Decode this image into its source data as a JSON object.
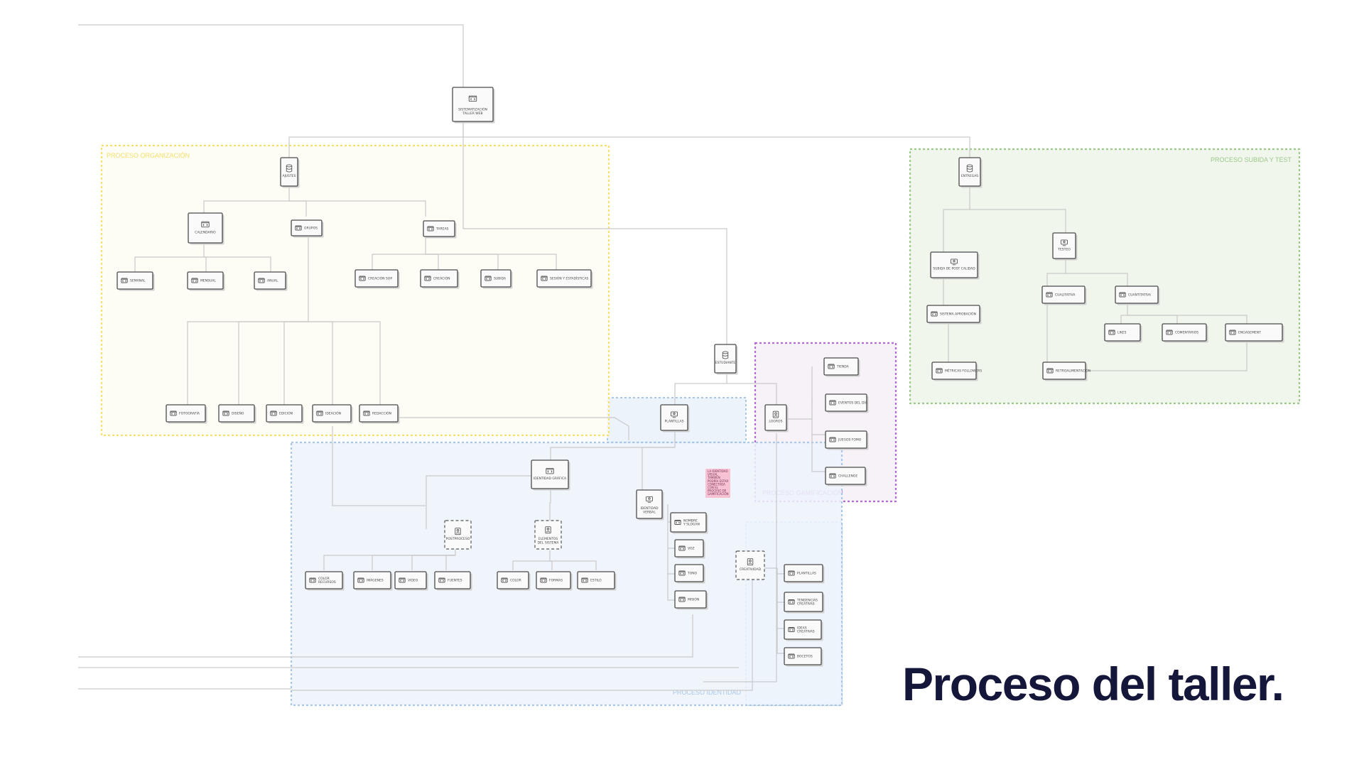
{
  "title": "Proceso del taller.",
  "colors": {
    "yellow_region": "#f5e06a",
    "green_region": "#9ac98a",
    "blue_region": "#a9c7e6",
    "purple_region": "#b46ad0",
    "title": "#14163a",
    "note": "#f6c2d4"
  },
  "regions": [
    {
      "id": "organizacion",
      "label": "PROCESO ORGANIZACIÓN"
    },
    {
      "id": "subida",
      "label": "PROCESO SUBIDA Y TEST"
    },
    {
      "id": "gamificacion",
      "label": "PROCESO GAMIFICACIÓN"
    },
    {
      "id": "identidad",
      "label": "PROCESO IDENTIDAD"
    }
  ],
  "note": [
    "LA IDENTIDAD",
    "VISUAL",
    "TAMBIÉN",
    "PODRÍA ESTAR",
    "CONECTADA",
    "CON EL",
    "PROCESO DE",
    "GAMIFICACIÓN"
  ],
  "nodes": {
    "root": {
      "label": [
        "SISTEMATIZACIÓN",
        "TALLER WEB"
      ],
      "icon": "code-window-icon"
    },
    "ajustes": {
      "label": [
        "AJUSTES"
      ],
      "icon": "database-icon"
    },
    "calendario": {
      "label": [
        "CALENDARIO"
      ],
      "icon": "code-window-icon"
    },
    "grupos": {
      "label": [
        "GRUPOS"
      ],
      "icon": "code-window-icon"
    },
    "tareas": {
      "label": [
        "TAREAS"
      ],
      "icon": "code-window-icon"
    },
    "semanal": {
      "label": [
        "SEMANAL"
      ],
      "icon": "code-window-icon"
    },
    "mensual": {
      "label": [
        "MENSUAL"
      ],
      "icon": "code-window-icon"
    },
    "anual": {
      "label": [
        "ANUAL"
      ],
      "icon": "code-window-icon"
    },
    "creacion_sop": {
      "label": [
        "CREACIÓN SOP"
      ],
      "icon": "code-window-icon"
    },
    "creacion": {
      "label": [
        "CREACIÓN"
      ],
      "icon": "code-window-icon"
    },
    "subida": {
      "label": [
        "SUBIDA"
      ],
      "icon": "code-window-icon"
    },
    "sesion_est": {
      "label": [
        "SESIÓN Y ESTADÍSTICAS"
      ],
      "icon": "code-window-icon"
    },
    "fotografia": {
      "label": [
        "FOTOGRAFÍA"
      ],
      "icon": "code-window-icon"
    },
    "diseno": {
      "label": [
        "DISEÑO"
      ],
      "icon": "code-window-icon"
    },
    "edicion": {
      "label": [
        "EDICIÓN"
      ],
      "icon": "code-window-icon"
    },
    "ideacion": {
      "label": [
        "IDEACIÓN"
      ],
      "icon": "code-window-icon"
    },
    "redaccion": {
      "label": [
        "REDACCIÓN"
      ],
      "icon": "code-window-icon"
    },
    "estudiante": {
      "label": [
        "ESTUDIANTE"
      ],
      "icon": "database-icon"
    },
    "plantillas_top": {
      "label": [
        "PLANTILLAS"
      ],
      "icon": "monitor-icon"
    },
    "logros": {
      "label": [
        "LOGROS"
      ],
      "icon": "person-icon"
    },
    "tienda": {
      "label": [
        "TIENDA"
      ],
      "icon": "code-window-icon"
    },
    "eventos": {
      "label": [
        "EVENTOS DEL DÍA"
      ],
      "icon": "code-window-icon"
    },
    "juego_fomo": {
      "label": [
        "JUEGOS FOMO"
      ],
      "icon": "code-window-icon"
    },
    "challenge": {
      "label": [
        "CHALLENGE"
      ],
      "icon": "code-window-icon"
    },
    "identidad_grafica": {
      "label": [
        "IDENTIDAD GRÁFICA"
      ],
      "icon": "code-window-icon"
    },
    "identidad_verbal": {
      "label": [
        "IDENTIDAD",
        "VERBAL"
      ],
      "icon": "monitor-icon"
    },
    "postproceso": {
      "label": [
        "POSTPROCESO"
      ],
      "icon": "person-icon"
    },
    "elementos": {
      "label": [
        "ELEMENTOS",
        "DEL SISTEMA"
      ],
      "icon": "person-icon"
    },
    "color_recursos": {
      "label": [
        "COLOR",
        "RECURSOS"
      ],
      "icon": "code-window-icon"
    },
    "imagenes": {
      "label": [
        "IMÁGENES"
      ],
      "icon": "code-window-icon"
    },
    "video": {
      "label": [
        "VIDEO"
      ],
      "icon": "code-window-icon"
    },
    "fuentes": {
      "label": [
        "FUENTES"
      ],
      "icon": "code-window-icon"
    },
    "color": {
      "label": [
        "COLOR"
      ],
      "icon": "code-window-icon"
    },
    "formas": {
      "label": [
        "FORMAS"
      ],
      "icon": "code-window-icon"
    },
    "estilo": {
      "label": [
        "ESTILO"
      ],
      "icon": "code-window-icon"
    },
    "nombre_slogan": {
      "label": [
        "NOMBRE",
        "Y SLOGAN"
      ],
      "icon": "code-window-icon"
    },
    "voz": {
      "label": [
        "VOZ"
      ],
      "icon": "code-window-icon"
    },
    "tono": {
      "label": [
        "TONO"
      ],
      "icon": "code-window-icon"
    },
    "mision": {
      "label": [
        "MISIÓN"
      ],
      "icon": "code-window-icon"
    },
    "creatividad": {
      "label": [
        "CREATIVIDAD"
      ],
      "icon": "person-icon"
    },
    "plantillas": {
      "label": [
        "PLANTILLAS"
      ],
      "icon": "code-window-icon"
    },
    "tendencias": {
      "label": [
        "TENDENCIAS",
        "CREATIVAS"
      ],
      "icon": "code-window-icon"
    },
    "ideas_creativas": {
      "label": [
        "IDEAS",
        "CREATIVAS"
      ],
      "icon": "code-window-icon"
    },
    "bocetos": {
      "label": [
        "BOCETOS"
      ],
      "icon": "code-window-icon"
    },
    "entregas": {
      "label": [
        "ENTREGAS"
      ],
      "icon": "database-icon"
    },
    "subida_post": {
      "label": [
        "SUBIDA DE POST CALIDAD"
      ],
      "icon": "monitor-icon"
    },
    "testeo": {
      "label": [
        "TESTEO"
      ],
      "icon": "monitor-icon"
    },
    "sistema_aprobacion": {
      "label": [
        "SISTEMA APROBACIÓN"
      ],
      "icon": "code-window-icon"
    },
    "cualitativa": {
      "label": [
        "CUALITATIVA"
      ],
      "icon": "code-window-icon"
    },
    "cuantitativa": {
      "label": [
        "CUANTITATIVA"
      ],
      "icon": "code-window-icon"
    },
    "likes": {
      "label": [
        "LIKES"
      ],
      "icon": "code-window-icon"
    },
    "comentarios": {
      "label": [
        "COMENTARIOS"
      ],
      "icon": "code-window-icon"
    },
    "engagement": {
      "label": [
        "ENGAGEMENT"
      ],
      "icon": "code-window-icon"
    },
    "metricas": {
      "label": [
        "MÉTRICAS FOLLOWERS"
      ],
      "icon": "code-window-icon"
    },
    "retroalimentacion": {
      "label": [
        "RETROALIMENTACIÓN"
      ],
      "icon": "code-window-icon"
    }
  }
}
